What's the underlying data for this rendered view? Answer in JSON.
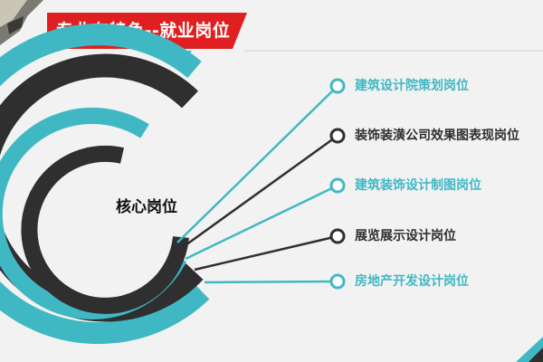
{
  "slide": {
    "title": "专业有特色--就业岗位",
    "core_label": "核心岗位",
    "colors": {
      "accent": "#40b8c4",
      "dark": "#2f2f2f",
      "title_bg": "#e02020",
      "background": "#f2f2f2"
    },
    "positions": [
      {
        "label": "建筑设计院策划岗位",
        "style": "teal"
      },
      {
        "label": "装饰装潢公司效果图表现岗位",
        "style": "dark"
      },
      {
        "label": "建筑装饰设计制图岗位",
        "style": "teal"
      },
      {
        "label": "展览展示设计岗位",
        "style": "dark"
      },
      {
        "label": "房地产开发设计岗位",
        "style": "teal"
      }
    ]
  }
}
